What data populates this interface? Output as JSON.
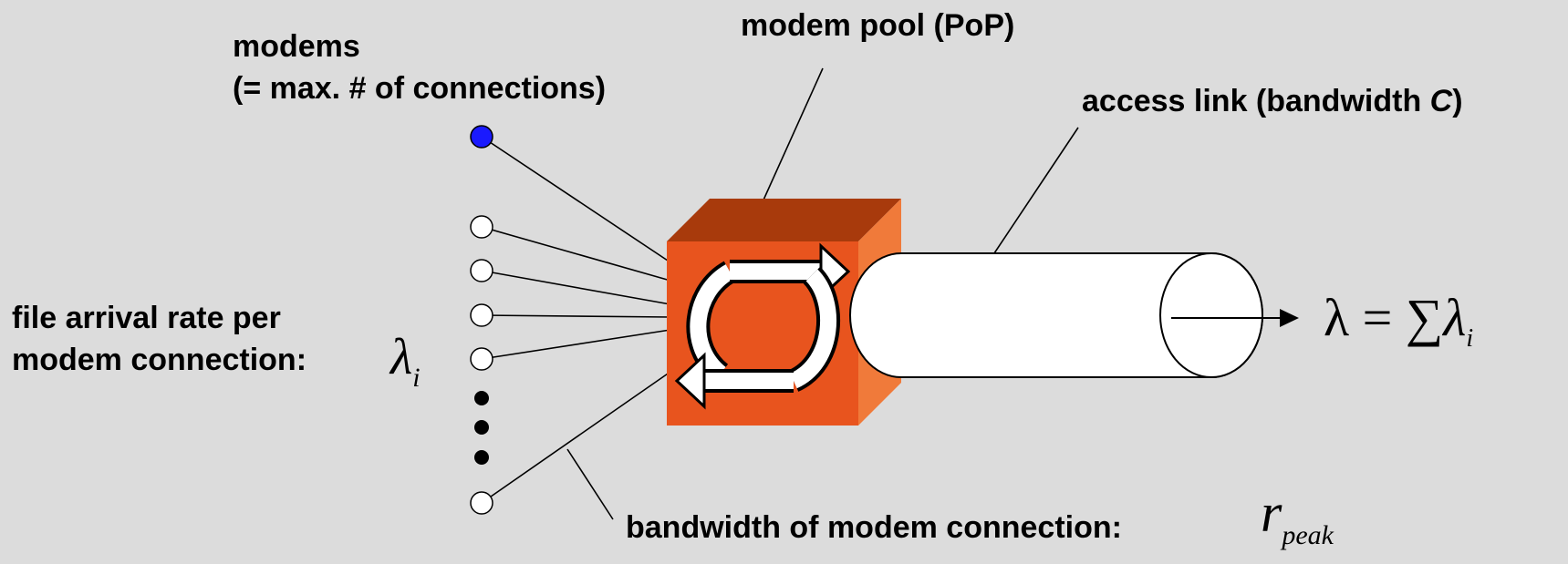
{
  "labels": {
    "modems_line1": "modems",
    "modems_line2": "(= max. # of connections)",
    "modem_pool": "modem pool (PoP)",
    "access_link_prefix": "access link (bandwidth ",
    "access_link_var": "C",
    "access_link_suffix": ")",
    "arrival_line1": "file arrival rate per",
    "arrival_line2": "modem connection: ",
    "bandwidth_modem": "bandwidth of modem connection: "
  },
  "math": {
    "lambda_i": "λ",
    "lambda_i_sub": "i",
    "r_peak": "r",
    "r_peak_sub": "peak",
    "total_lhs": "λ = ∑",
    "total_lambda": "λ",
    "total_sub": "i"
  },
  "colors": {
    "background": "#dcdcdc",
    "active_modem": "#1a1aff",
    "box_front": "#e8541e",
    "box_top": "#a83a0c",
    "box_side": "#f07a3a"
  },
  "icons": {
    "router": "circular-arrows-icon"
  }
}
